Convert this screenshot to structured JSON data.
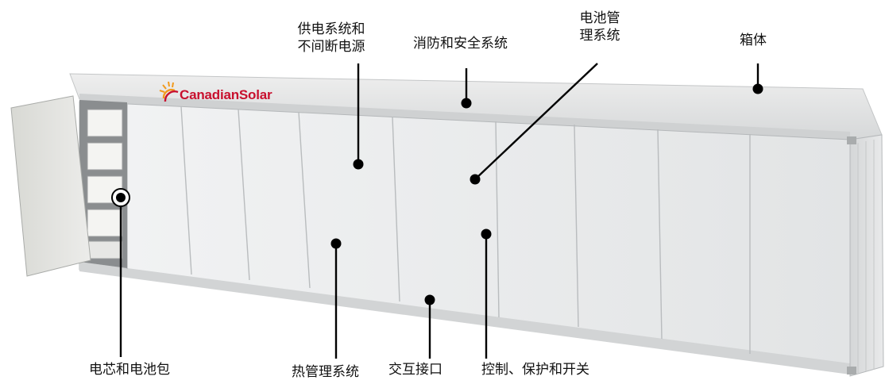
{
  "brand": {
    "name": "CanadianSolar",
    "color": "#c8102e"
  },
  "labels": {
    "power_supply": [
      "供电系统和",
      "不间断电源"
    ],
    "fire_safety": "消防和安全系统",
    "bms": [
      "电池管",
      "理系统"
    ],
    "enclosure": "箱体",
    "cells_packs": "电芯和电池包",
    "thermal": "热管理系统",
    "interface": "交互接口",
    "control": "控制、保护和开关"
  },
  "colors": {
    "panel": "#e9ebec",
    "panel_edge": "#b5b8ba",
    "roof": "#dcdedf",
    "callout": "#000000"
  }
}
